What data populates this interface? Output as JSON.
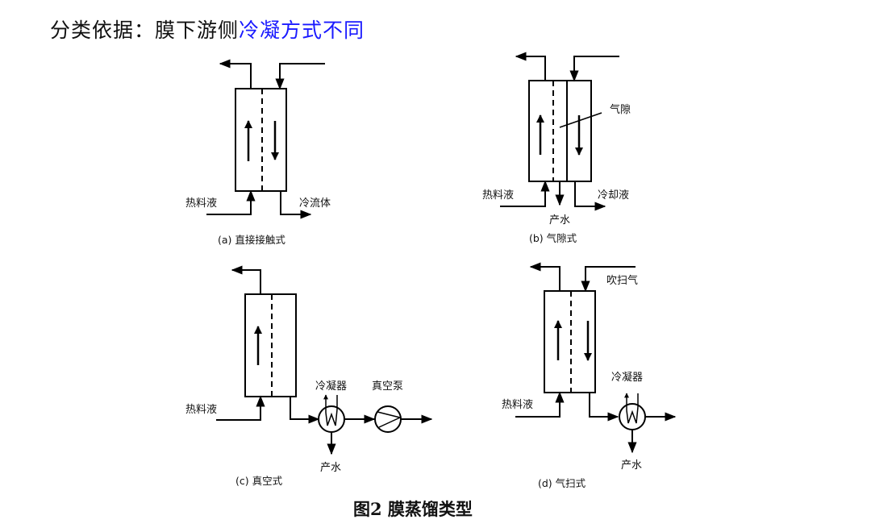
{
  "heading": {
    "prefix": "分类依据：膜下游侧",
    "highlight": "冷凝方式不同",
    "highlight_color": "#1a1aff"
  },
  "panels": {
    "a": {
      "caption": "(a)  直接接触式",
      "feed_label": "热料液",
      "outlet_label": "冷流体"
    },
    "b": {
      "caption": "(b)  气隙式",
      "feed_label": "热料液",
      "outlet_label": "冷却液",
      "gap_label": "气隙",
      "product_label": "产水"
    },
    "c": {
      "caption": "(c)  真空式",
      "feed_label": "热料液",
      "condenser_label": "冷凝器",
      "pump_label": "真空泵",
      "product_label": "产水"
    },
    "d": {
      "caption": "(d)  气扫式",
      "feed_label": "热料液",
      "sweep_label": "吹扫气",
      "condenser_label": "冷凝器",
      "product_label": "产水"
    }
  },
  "figure_caption": "图2 膜蒸馏类型"
}
